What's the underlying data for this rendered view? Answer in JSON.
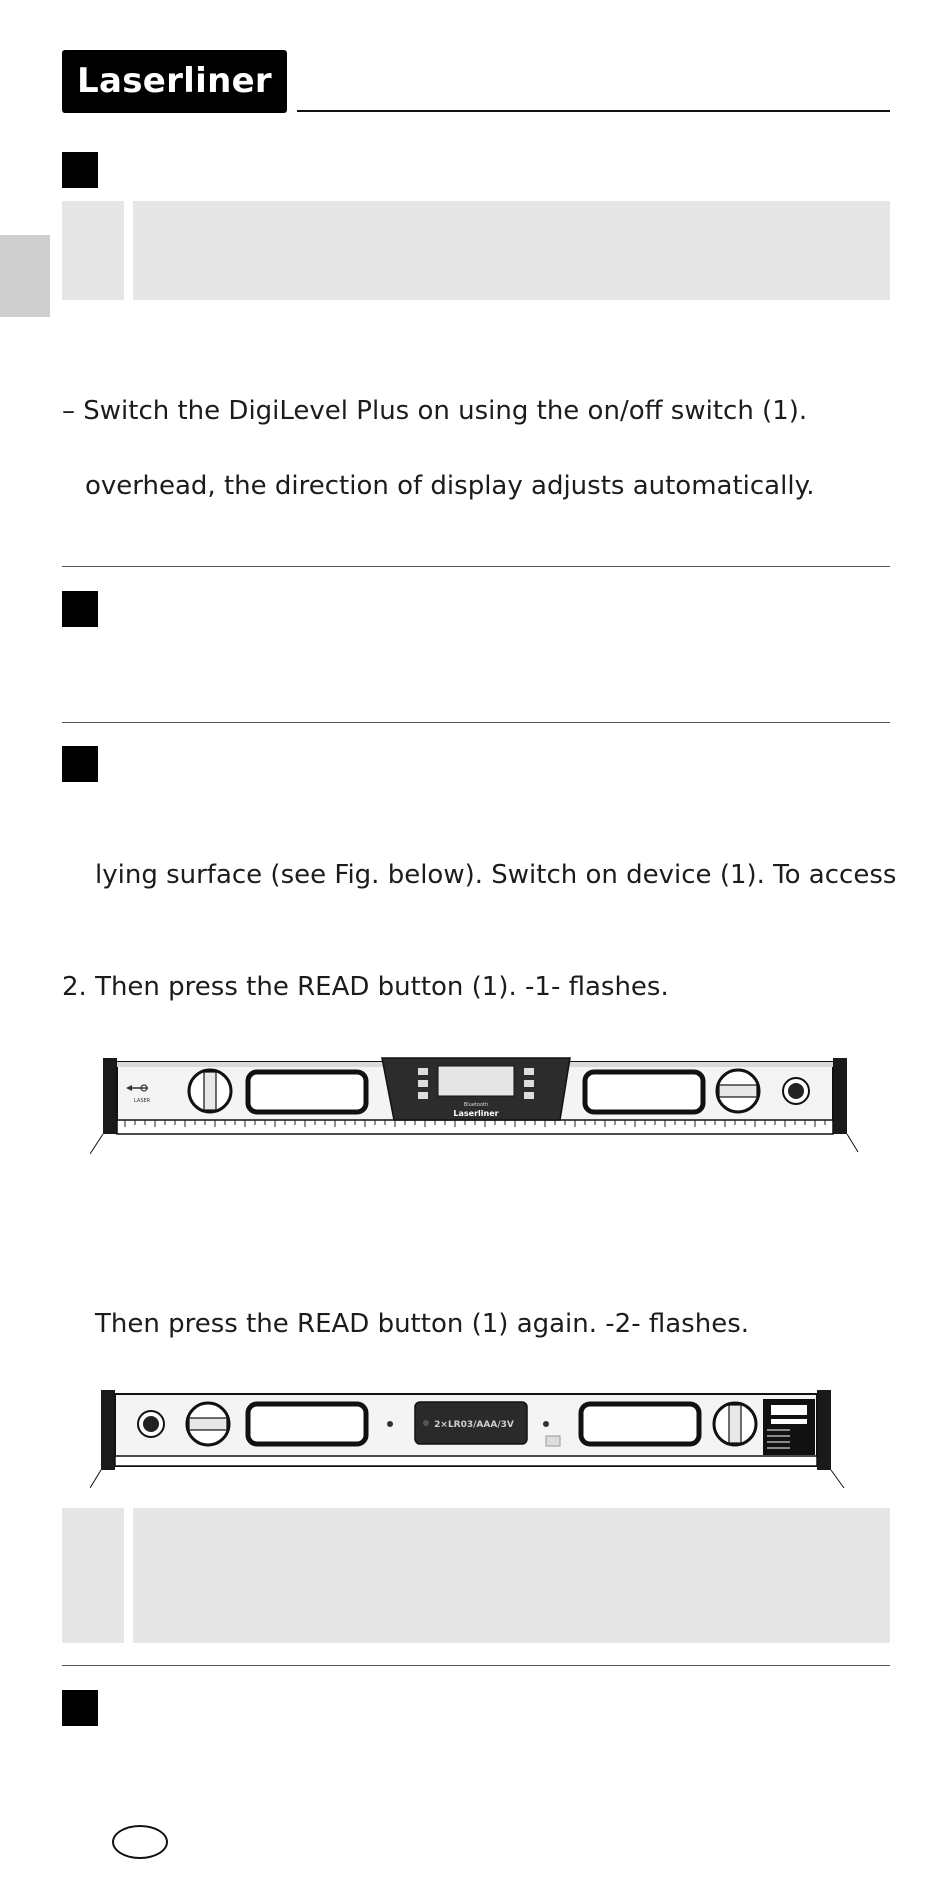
{
  "brand": {
    "logo_text": "Laserliner"
  },
  "instructions": {
    "line_switch_on": "– Switch the DigiLevel Plus on using the on/off switch (1).",
    "line_overhead": "overhead, the direction of display adjusts automatically.",
    "line_lying_surface": "lying surface (see Fig. below). Switch on device (1). To access",
    "line_step2": "2. Then press the READ button (1). -1- flashes.",
    "line_read_again": "Then press the READ button (1) again. -2- flashes."
  },
  "figure_front": {
    "display_label": "Bluetooth",
    "brand_label": "Laserliner",
    "side_label": "LASER"
  },
  "figure_back": {
    "battery_label": "2×LR03/AAA/3V"
  },
  "colors": {
    "text": "#1c1c1c",
    "panel_gray": "#e6e6e6",
    "tab_gray": "#cfcfcf",
    "black": "#000000"
  }
}
